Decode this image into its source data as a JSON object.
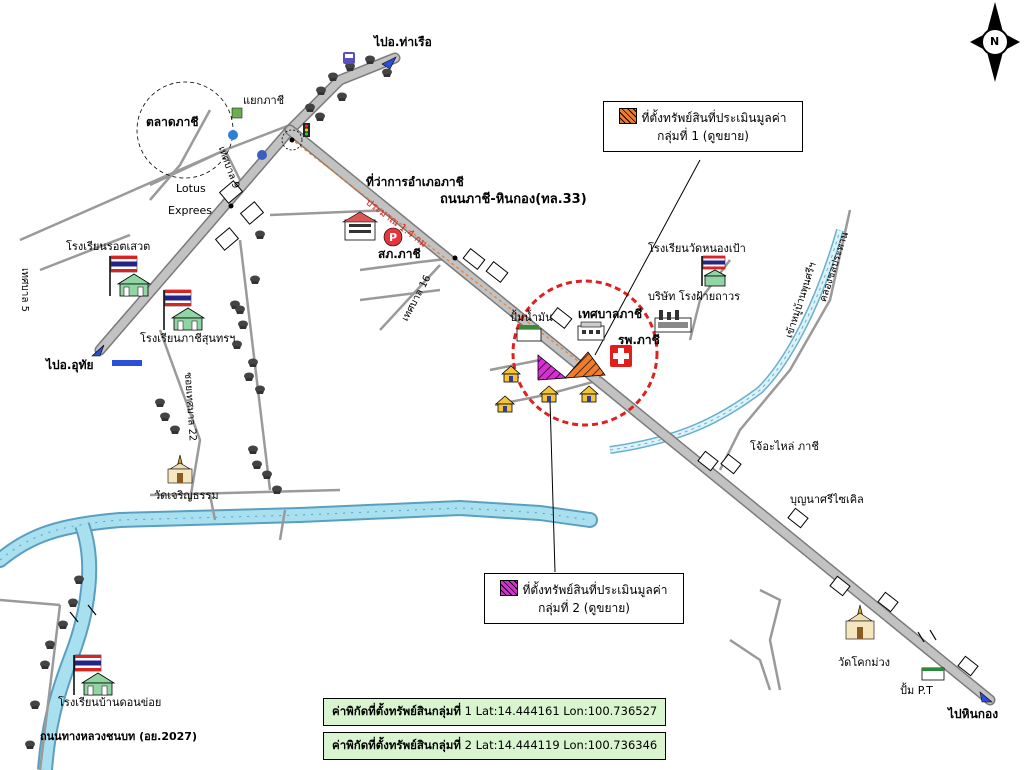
{
  "labels": {
    "to_tharuea": "ไปอ.ท่าเรือ",
    "to_uthai": "ไปอ.อุทัย",
    "to_hin_kong": "ไปหินกอง",
    "talat_phachi": "ตลาดภาชี",
    "yaek_phachi": "แยกภาชี",
    "lotus_line1": "Lotus",
    "lotus_line2": "Exprees",
    "thetsaban9": "เทศบาล 9",
    "thetsaban5": "เทศบาล 5",
    "thetsaban16": "เทศบาล 16",
    "soi_thetsaban22": "ซอยเทศบาล 22",
    "district_office": "ที่ว่าการอำเภอภาชี",
    "police": "สภ.ภาชี",
    "road_main": "ถนนภาชี-หินกอง(ทล.33)",
    "distance": "ประมาณ 1.4 กม",
    "school_rot": "โรงเรียนรอตเสวต",
    "school_sunthon": "โรงเรียนภาชีสุนทรฯ",
    "school_nongpao": "โรงเรียนวัดหนองเป้า",
    "school_donkhoi": "โรงเรียนบ้านดอนข่อย",
    "gas_station": "ปั้มน้ำมัน",
    "municipality": "เทศบาลภาชี",
    "hospital": "รพ.ภาชี",
    "textile": "บริษัท โรงฝ้ายถาวร",
    "village_road": "เข้าหมู่บ้านพุนศรีฯ",
    "canal": "คลองชลประทาน",
    "spare_parts": "โจ้อะไหล่ ภาชี",
    "recycle": "บุญนาศรีไซเคิล",
    "wat_charoen": "วัดเจริญธรรม",
    "wat_khok": "วัดโคกม่วง",
    "pump_pt": "ปั้ม P.T",
    "rural_road": "ถนนทางหลวงชนบท (อย.2027)",
    "compass_n": "N"
  },
  "callouts": {
    "group1_line1": "ที่ตั้งทรัพย์สินที่ประเมินมูลค่า",
    "group1_line2": "กลุ่มที่ 1 (ดูขยาย)",
    "group2_line1": "ที่ตั้งทรัพย์สินที่ประเมินมูลค่า",
    "group2_line2": "กลุ่มที่ 2 (ดูขยาย)"
  },
  "coordinates": [
    {
      "label": "ค่าพิกัดที่ตั้งทรัพย์สินกลุ่มที่",
      "group": "1",
      "lat": "Lat:14.444161",
      "lon": "Lon:100.736527"
    },
    {
      "label": "ค่าพิกัดที่ตั้งทรัพย์สินกลุ่มที่",
      "group": "2",
      "lat": "Lat:14.444119",
      "lon": "Lon:100.736346"
    }
  ],
  "colors": {
    "road_main": "#b3b3b3",
    "road_minor": "#9a9a9a",
    "river": "#a8e0f0",
    "group1": "#f07b2a",
    "group2": "#d62fd6",
    "circle": "#e0201e",
    "coord_bg": "#d9f5d0"
  },
  "icons": [
    "north-arrow-icon",
    "traffic-light-icon",
    "school-flag-icon",
    "house-icon",
    "temple-icon",
    "hospital-cross-icon",
    "police-icon",
    "gas-station-icon",
    "factory-icon",
    "direction-arrow-icon"
  ]
}
